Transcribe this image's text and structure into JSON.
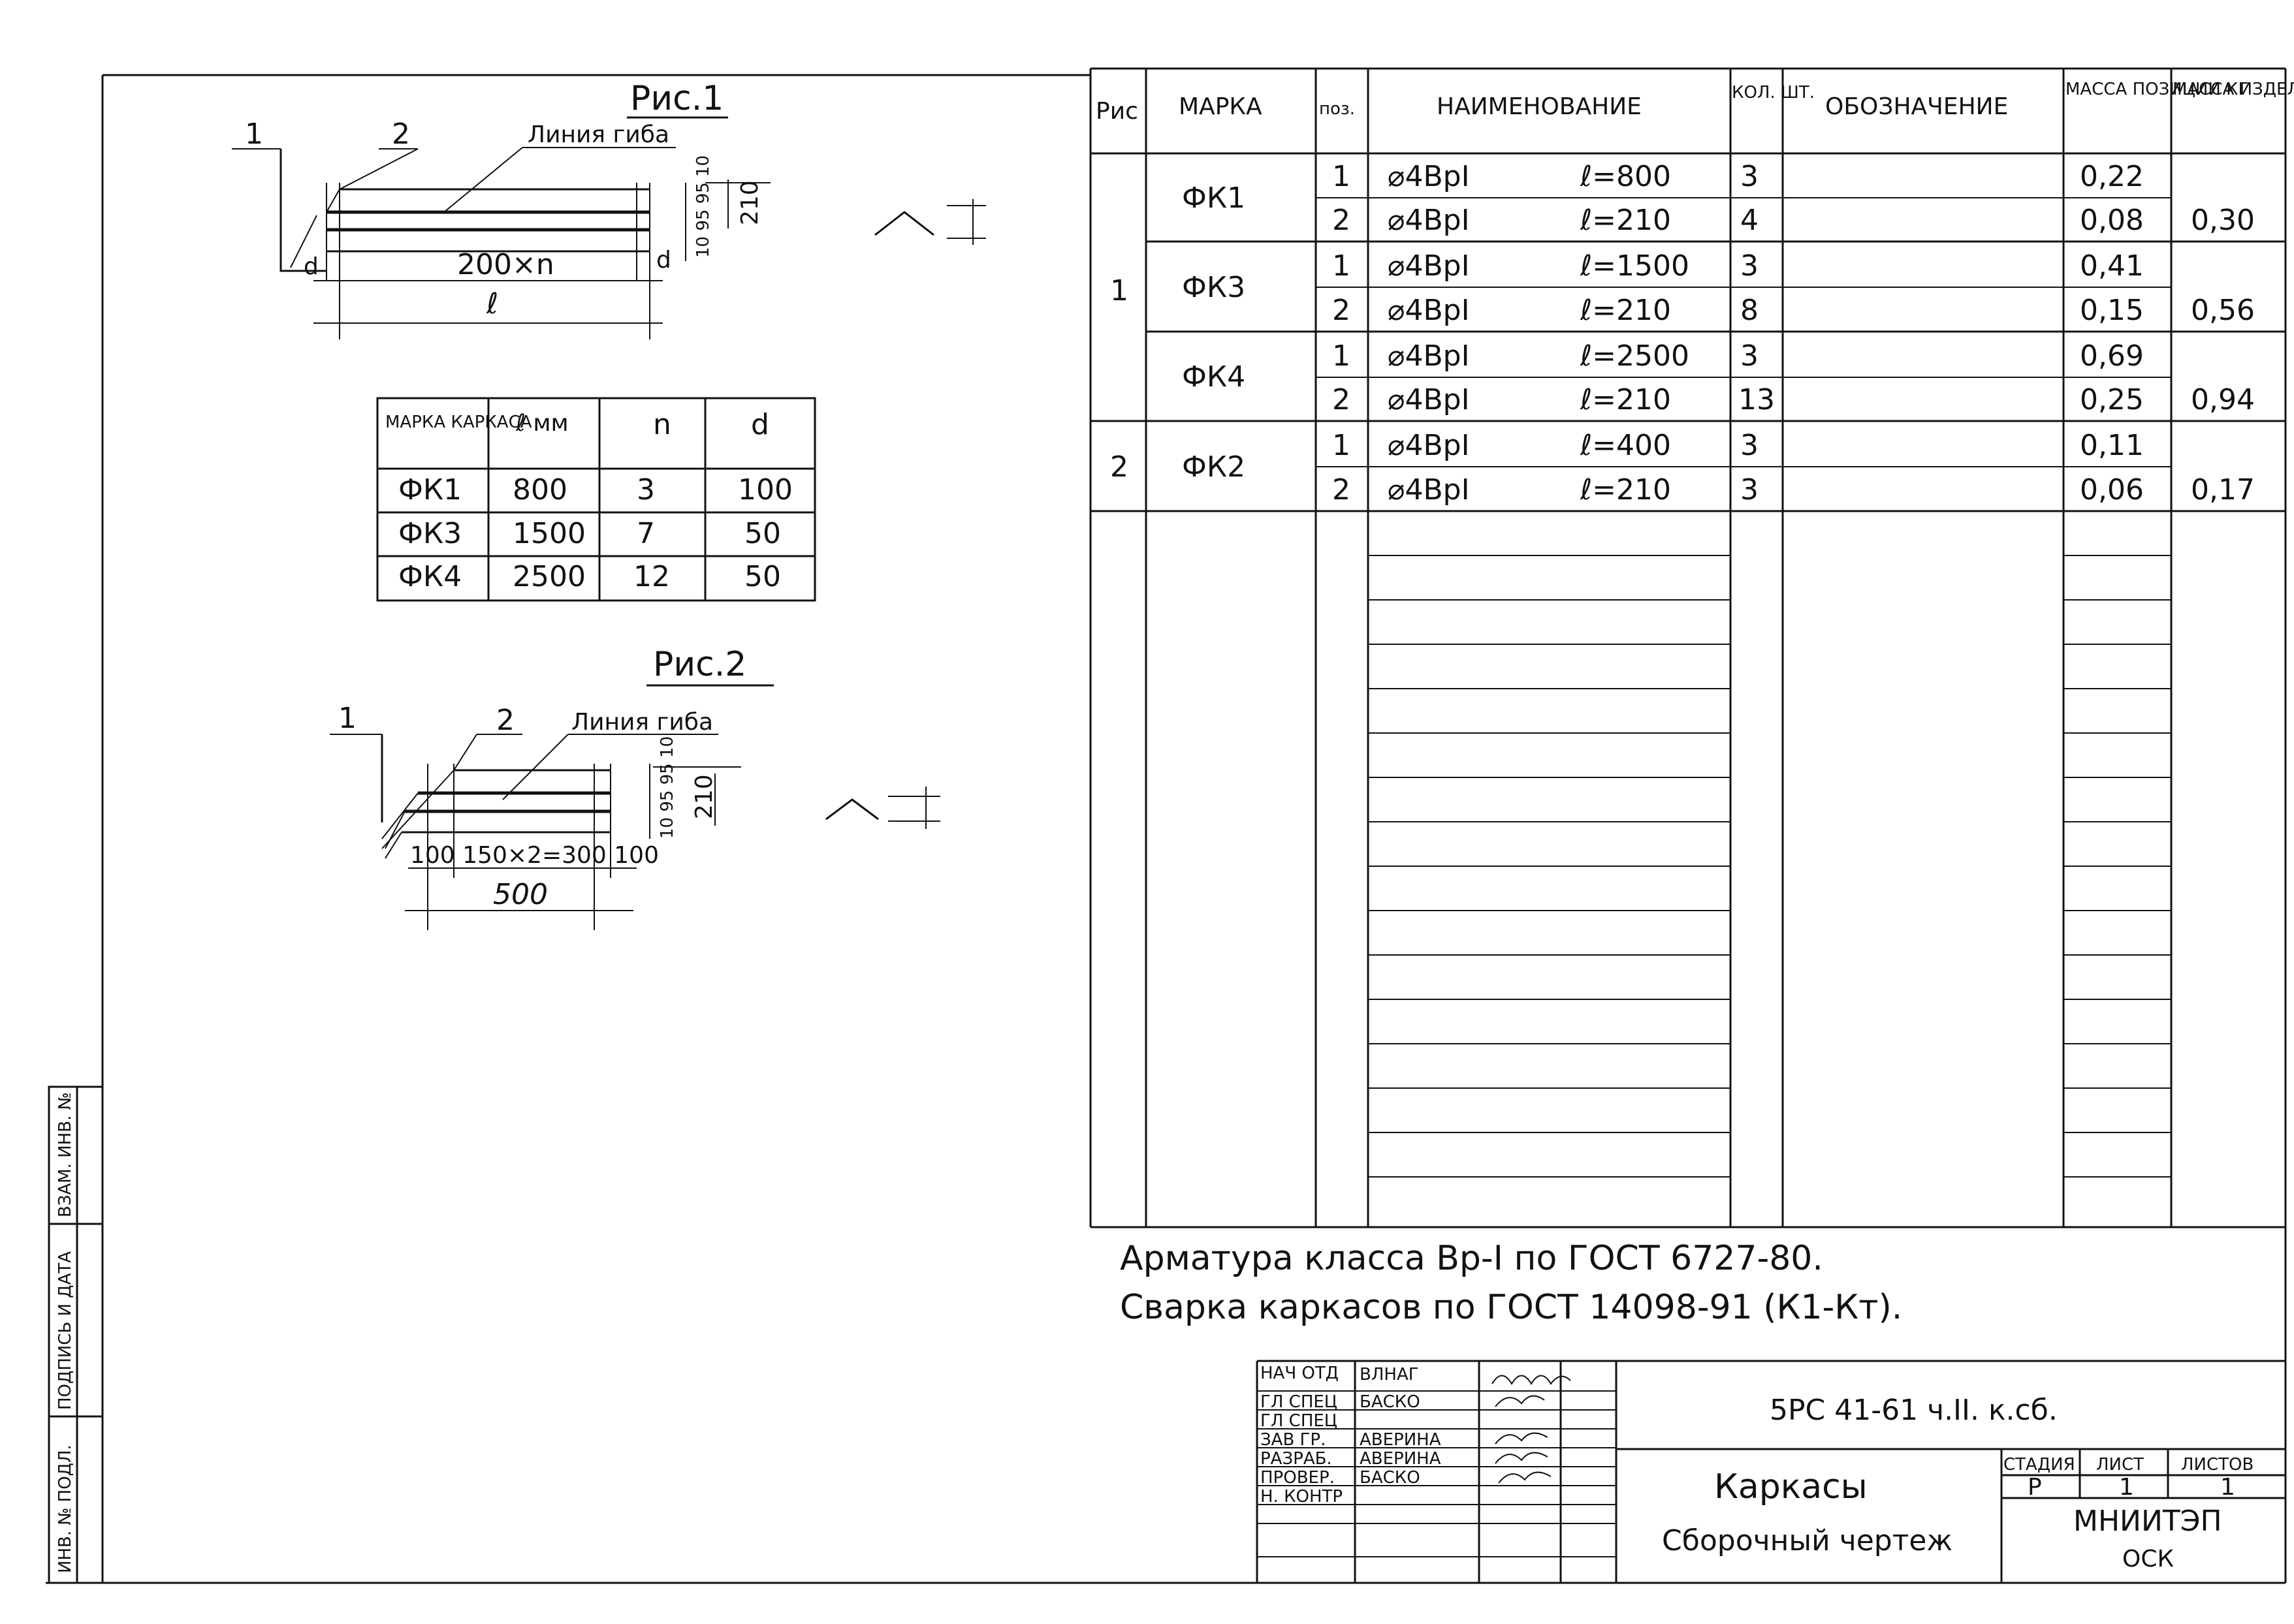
{
  "fig1": {
    "title": "Рис.1",
    "leader1": "1",
    "leader2": "2",
    "bend_label": "Линия гиба",
    "dim_spacing": "200×n",
    "dim_total": "ℓ",
    "dim_d": "d",
    "dims_vertical": "10 95 95 10",
    "dim_210": "210"
  },
  "table_small": {
    "headers": [
      "МАРКА КАРКАСА",
      "ℓ мм",
      "n",
      "d"
    ],
    "rows": [
      [
        "ФК1",
        "800",
        "3",
        "100"
      ],
      [
        "ФК3",
        "1500",
        "7",
        "50"
      ],
      [
        "ФК4",
        "2500",
        "12",
        "50"
      ]
    ]
  },
  "fig2": {
    "title": "Рис.2",
    "leader1": "1",
    "leader2": "2",
    "bend_label": "Линия гиба",
    "dims_horizontal": "100 150×2=300 100",
    "dim_total": "500",
    "dims_vertical": "10 95 95 10",
    "dim_210": "210"
  },
  "spec": {
    "headers": {
      "ris": "Рис",
      "marka": "МАРКА",
      "poz": "поз.",
      "naim": "НАИМЕНОВАНИЕ",
      "kol": "КОЛ. ШТ.",
      "oboz": "ОБОЗНАЧЕНИЕ",
      "massa_poz": "МАССА ПОЗИЦИИ КГ",
      "massa_izd": "МАССА ИЗДЕЛИЯ, КГ"
    },
    "rows": [
      {
        "poz": "1",
        "bar": "⌀4ВрI",
        "len": "ℓ=800",
        "qty": "3",
        "mass": "0,22"
      },
      {
        "poz": "2",
        "bar": "⌀4ВрI",
        "len": "ℓ=210",
        "qty": "4",
        "mass": "0,08"
      },
      {
        "poz": "1",
        "bar": "⌀4ВрI",
        "len": "ℓ=1500",
        "qty": "3",
        "mass": "0,41"
      },
      {
        "poz": "2",
        "bar": "⌀4ВрI",
        "len": "ℓ=210",
        "qty": "8",
        "mass": "0,15"
      },
      {
        "poz": "1",
        "bar": "⌀4ВрI",
        "len": "ℓ=2500",
        "qty": "3",
        "mass": "0,69"
      },
      {
        "poz": "2",
        "bar": "⌀4ВрI",
        "len": "ℓ=210",
        "qty": "13",
        "mass": "0,25"
      },
      {
        "poz": "1",
        "bar": "⌀4ВрI",
        "len": "ℓ=400",
        "qty": "3",
        "mass": "0,11"
      },
      {
        "poz": "2",
        "bar": "⌀4ВрI",
        "len": "ℓ=210",
        "qty": "3",
        "mass": "0,06"
      }
    ],
    "groups": [
      {
        "marka": "ФК1",
        "total": "0,30"
      },
      {
        "marka": "ФК3",
        "total": "0,56"
      },
      {
        "marka": "ФК4",
        "total": "0,94"
      },
      {
        "marka": "ФК2",
        "total": "0,17"
      }
    ],
    "fig_nums": [
      "1",
      "2"
    ]
  },
  "notes": [
    "Арматура класса Вр-I по ГОСТ 6727-80.",
    "Сварка каркасов по ГОСТ 14098-91 (К1-Кт)."
  ],
  "stamp": {
    "roles": [
      "НАЧ ОТД",
      "ГЛ СПЕЦ",
      "ГЛ СПЕЦ",
      "ЗАВ ГР.",
      "РАЗРАБ.",
      "ПРОВЕР.",
      "Н. КОНТР"
    ],
    "names": [
      "ВЛНАГ",
      "БАСКО",
      "",
      "АВЕРИНА",
      "АВЕРИНА",
      "БАСКО",
      ""
    ],
    "code": "5РС 41-61 ч.II. к.сб.",
    "title1": "Каркасы",
    "title2": "Сборочный чертеж",
    "h_stage": "СТАДИЯ",
    "h_sheet": "ЛИСТ",
    "h_sheets": "ЛИСТОВ",
    "stage": "Р",
    "sheet": "1",
    "sheets": "1",
    "org1": "МНИИТЭП",
    "org2": "ОСК"
  },
  "side": {
    "inv_podl": "ИНВ. № ПОДЛ.",
    "podpis": "ПОДПИСЬ И ДАТА",
    "vzam": "ВЗАМ. ИНВ. №"
  }
}
